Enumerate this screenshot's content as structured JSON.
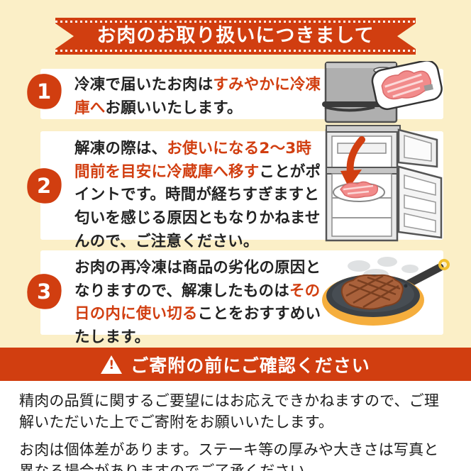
{
  "colors": {
    "accent_red": "#D13E10",
    "background_cream": "#FBEFC7",
    "text_black": "#232323",
    "footer_background": "#FFFFFF"
  },
  "header": {
    "title": "お肉のお取り扱いにつきまして"
  },
  "steps": [
    {
      "number": "1",
      "segments": [
        {
          "text": "冷凍で届いたお肉は",
          "color": "black"
        },
        {
          "text": "すみやかに冷凍庫へ",
          "color": "red"
        },
        {
          "text": "お願いいたします。",
          "color": "black"
        }
      ],
      "illustration": "freezer-with-meat-pack-icon"
    },
    {
      "number": "2",
      "segments": [
        {
          "text": "解凍の際は、",
          "color": "black"
        },
        {
          "text": "お使いになる2〜3時間前を目安に冷蔵庫へ移す",
          "color": "red"
        },
        {
          "text": "ことがポイントです。時間が経ちすぎますと匂いを感じる原因ともなりかねませんので、ご注意ください。",
          "color": "black"
        }
      ],
      "illustration": "open-refrigerator-with-arrow-icon"
    },
    {
      "number": "3",
      "segments": [
        {
          "text": "お肉の再冷凍は商品の劣化の原因となりますので、解凍したものは",
          "color": "black"
        },
        {
          "text": "その日の内に使い切る",
          "color": "red"
        },
        {
          "text": "ことをおすすめいたします。",
          "color": "black"
        }
      ],
      "illustration": "frying-pan-with-steak-icon"
    }
  ],
  "notice_banner": {
    "icon": "warning-triangle-icon",
    "icon_glyph": "!",
    "title": "ご寄附の前にご確認ください"
  },
  "footer": {
    "paragraphs": [
      "精肉の品質に関するご要望にはお応えできかねますので、ご理解いただいた上でご寄附をお願いいたします。",
      "お肉は個体差があります。ステーキ等の厚みや大きさは写真と異なる場合がありますのでご了承ください。"
    ]
  }
}
